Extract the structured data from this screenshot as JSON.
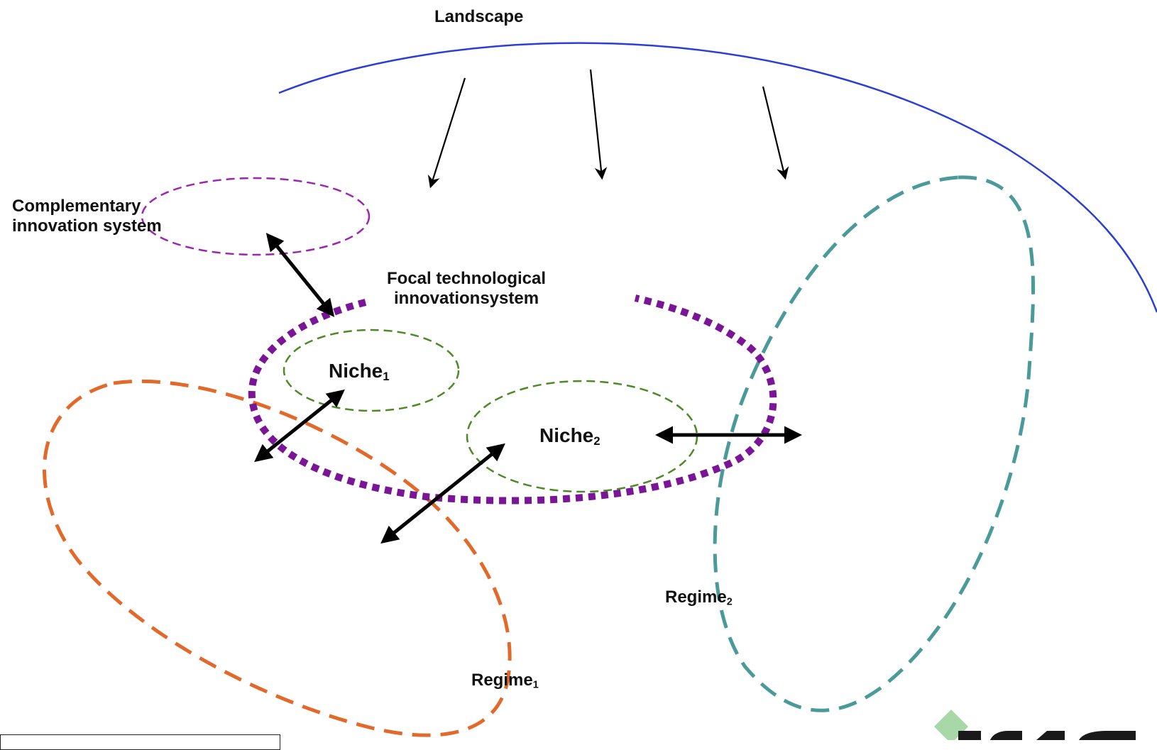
{
  "labels": {
    "landscape": "Landscape",
    "complementary_line1": "Complementary",
    "complementary_line2": "innovation system",
    "focal_line1": "Focal technological",
    "focal_line2": "innovationsystem",
    "niche1_base": "Niche",
    "niche1_sub": "1",
    "niche2_base": "Niche",
    "niche2_sub": "2",
    "regime1_base": "Regime",
    "regime1_sub": "1",
    "regime2_base": "Regime",
    "regime2_sub": "2"
  },
  "colors": {
    "landscape_curve": "#2b3fd6",
    "complementary_ellipse": "#9b27b0",
    "focal_system": "#7a1597",
    "niche": "#4d8a26",
    "regime1": "#e3692a",
    "regime2": "#4a9a9a",
    "arrows": "#000000",
    "logo_green": "#a8d8a8",
    "logo_dark": "#1a1a1a"
  }
}
